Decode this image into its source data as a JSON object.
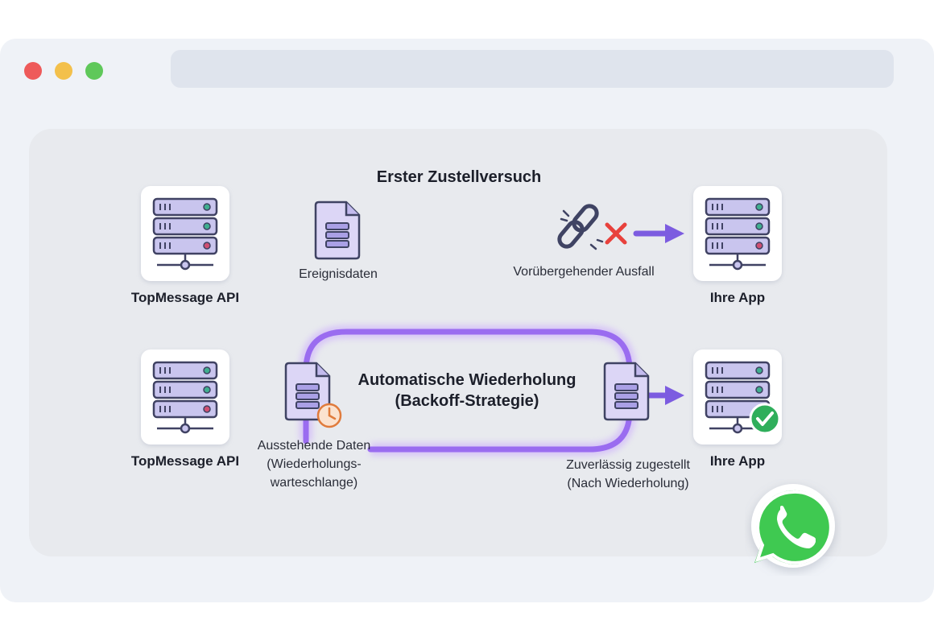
{
  "diagram": {
    "row1": {
      "title": "Erster Zustellversuch",
      "source_label": "TopMessage API",
      "payload_label": "Ereignisdaten",
      "failure_label": "Vorübergehender Ausfall",
      "target_label": "Ihre App"
    },
    "row2": {
      "title_line1": "Automatische Wiederholung",
      "title_line2": "(Backoff-Strategie)",
      "source_label": "TopMessage API",
      "pending_line1": "Ausstehende Daten",
      "pending_line2": "(Wiederholungs-",
      "pending_line3": "warteschlange)",
      "delivered_line1": "Zuverlässig zugestellt",
      "delivered_line2": "(Nach Wiederholung)",
      "target_label": "Ihre App"
    }
  },
  "colors": {
    "accent": "#9a6cf0",
    "arrow": "#7c5ce0",
    "failure": "#e8413c",
    "success": "#2fae5b",
    "whatsapp": "#3fc951"
  }
}
